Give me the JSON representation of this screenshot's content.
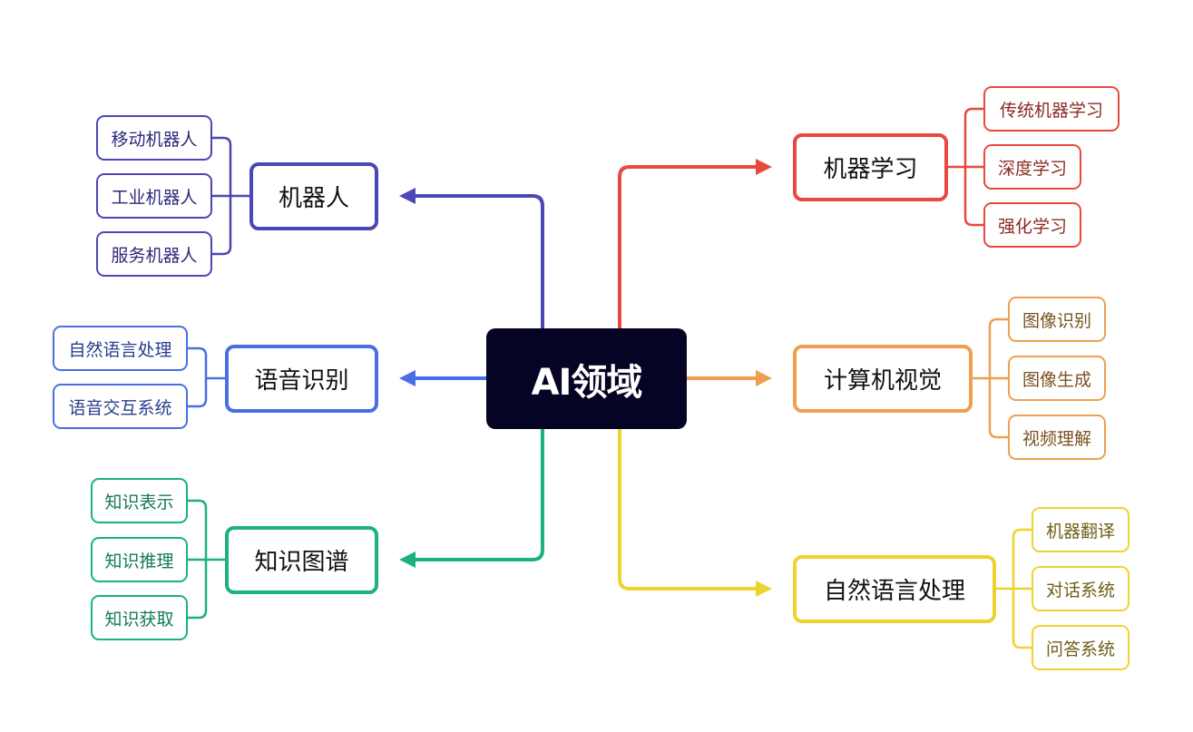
{
  "title": "AI领域",
  "colors": {
    "center_bg": "#060424",
    "robot": "#4b47b5",
    "speech": "#4a6ee3",
    "knowledge_graph": "#1bb27b",
    "machine_learning": "#e8493f",
    "computer_vision": "#eea04f",
    "nlp": "#eed32f"
  },
  "branches": {
    "robot": {
      "label": "机器人",
      "children": [
        "移动机器人",
        "工业机器人",
        "服务机器人"
      ]
    },
    "speech": {
      "label": "语音识别",
      "children": [
        "自然语言处理",
        "语音交互系统"
      ]
    },
    "knowledge_graph": {
      "label": "知识图谱",
      "children": [
        "知识表示",
        "知识推理",
        "知识获取"
      ]
    },
    "machine_learning": {
      "label": "机器学习",
      "children": [
        "传统机器学习",
        "深度学习",
        "强化学习"
      ]
    },
    "computer_vision": {
      "label": "计算机视觉",
      "children": [
        "图像识别",
        "图像生成",
        "视频理解"
      ]
    },
    "nlp": {
      "label": "自然语言处理",
      "children": [
        "机器翻译",
        "对话系统",
        "问答系统"
      ]
    }
  }
}
